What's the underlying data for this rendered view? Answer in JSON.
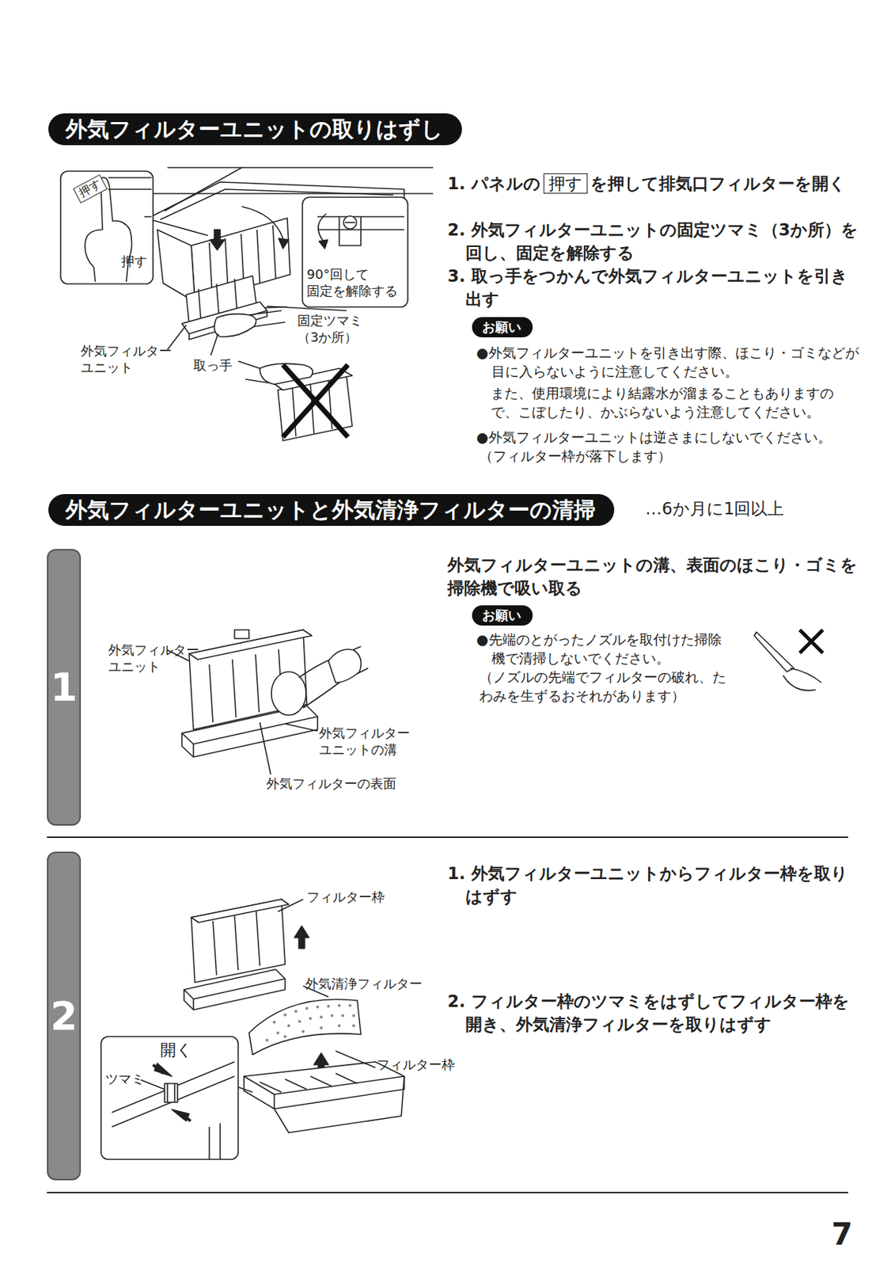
{
  "diagram": {
    "nodes": [
      {
        "text": [
          "外気フィルターユニットの取りはずし"
        ]
      },
      {
        "text": [
          "お願い"
        ]
      },
      {
        "text": [
          "外気フィルターユニットと外気清浄フィルターの清掃"
        ]
      },
      {
        "text": [
          "1"
        ]
      },
      {
        "text": [
          "お願い"
        ]
      },
      {
        "text": [
          "2"
        ]
      }
    ],
    "labels": [
      "押す",
      "押す",
      "90°回して 固定を解除する",
      "固定ツマミ （3か所）",
      "外気フィルター ユニット",
      "取っ手",
      "1. パネルの",
      "押す",
      "を押して排気口フィルターを開く",
      "2. 外気フィルターユニットの固定ツマミ（3か所）を回し、固定を解除する",
      "3. 取っ手をつかんで外気フィルターユニットを引き出す",
      "●外気フィルターユニットを引き出す際、ほこり・ゴミなどが目に入らないように注意してください。",
      "また、使用環境により結露水が溜まることもありますので、こぼしたり、かぶらないよう注意してください。",
      "●外気フィルターユニットは逆さまにしないでください。",
      "（フィルター枠が落下します）",
      "…6か月に1回以上",
      "外気フィルターユニットの溝、表面のほこり・ゴミを掃除機で吸い取る",
      "●先端のとがったノズルを取付けた掃除機で清掃しないでください。",
      "（ノズルの先端でフィルターの破れ、たわみを生ずるおそれがあります）",
      "外気フィルター ユニット",
      "外気フィルター ユニットの溝",
      "外気フィルターの表面",
      "1. 外気フィルターユニットからフィルター枠を取りはずす",
      "2. フィルター枠のツマミをはずしてフィルター枠を開き、外気清浄フィルターを取りはずす",
      "フィルター枠",
      "外気清浄フィルター",
      "フィルター枠",
      "開く",
      "ツマミ",
      "7"
    ]
  }
}
